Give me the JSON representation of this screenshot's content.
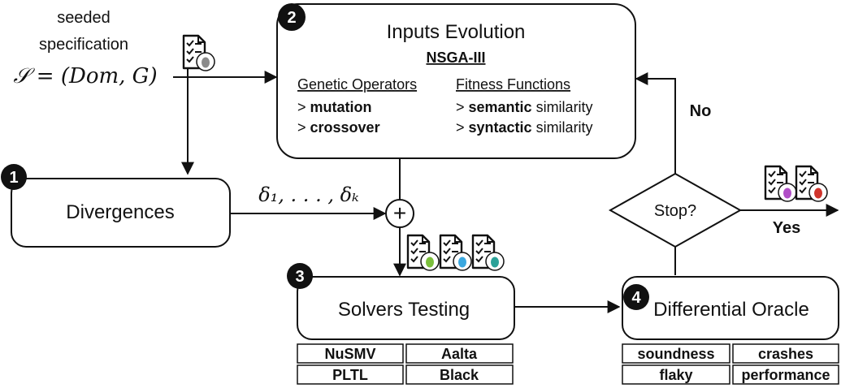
{
  "seed": {
    "line1": "seeded",
    "line2": "specification",
    "formula": "𝒮 = (Dom, G)"
  },
  "evolution": {
    "badge": "2",
    "title": "Inputs Evolution",
    "subtitle": "NSGA-III",
    "operators_header": "Genetic Operators",
    "operators": [
      {
        "prefix": "> ",
        "bold": "mutation",
        "rest": ""
      },
      {
        "prefix": "> ",
        "bold": "crossover",
        "rest": ""
      }
    ],
    "fitness_header": "Fitness Functions",
    "fitness": [
      {
        "prefix": "> ",
        "bold": "semantic",
        "rest": " similarity"
      },
      {
        "prefix": "> ",
        "bold": "syntactic",
        "rest": " similarity"
      }
    ]
  },
  "divergences": {
    "badge": "1",
    "label": "Divergences",
    "edge_label": "δ₁, . . . , δₖ"
  },
  "combine_symbol": "+",
  "testing": {
    "badge": "3",
    "label": "Solvers Testing",
    "solvers": [
      [
        "NuSMV",
        "Aalta"
      ],
      [
        "PLTL",
        "Black"
      ]
    ]
  },
  "oracle": {
    "badge": "4",
    "label": "Differential Oracle",
    "categories": [
      [
        "soundness",
        "crashes"
      ],
      [
        "flaky",
        "performance"
      ]
    ]
  },
  "decision": {
    "label": "Stop?",
    "no": "No",
    "yes": "Yes"
  },
  "colors": {
    "bug_seed": "#8a8a8a",
    "bug_green": "#7bbf3c",
    "bug_blue": "#3aa8e0",
    "bug_teal": "#2aa198",
    "bug_purple": "#b14fc7",
    "bug_red": "#d0342c"
  },
  "icons": [
    "spec-document-icon",
    "bug-icon"
  ]
}
